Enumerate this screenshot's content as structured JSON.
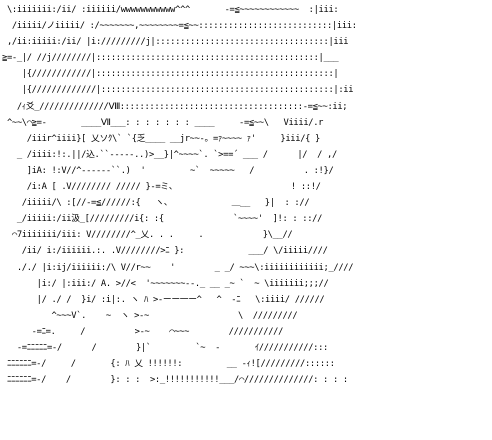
{
  "colors": {
    "background": "#ffffff",
    "ink": "#000000"
  },
  "art": {
    "lines": [
      " \\:iiiiiii:/ii/ :iiiiii/wwwwwwwwwww^^^       -=≦~~~~~~~~~~~~  :|iii:",
      "  /iiiii/ノiiiii/ :/~~~~~~~,~~~~~~~~=≦~~:::::::::::::::::::::::::::|iii:",
      " ,/ii:iiiii:/ii/ |i://///////j|:::::::::::::::::::::::::::::::::::|iii",
      "≧=-_|/ //j////////|:::::::::::::::::::::::::::::::::::::::::::::|___",
      "    |{////////////|::::::::::::::::::::::::::::::::::::::::::::::::|",
      "    |{/////////////|:::::::::::::::::::::::::::::::::::::::::::::::|:ii",
      "   /ｨ爻_//////////////Ⅷ:::::::::::::::::::::::::::::::::::::-=≦~~:ii;",
      " ^~~\\⌒≧=-       ____Ⅶ___: : : : : : : ____     -=≦~~\\   Viiii/.r",
      "     /iiir^iiii}[ 乂ソｸ\\` `{乏____ __jr~~-。=ｧ~~~~ ｧ'     }iii/{ }",
      "   _ /iiii:!:.||/込.``-----..)>__}|^~~~~`. `>==´ ___ /      |/  / ,/",
      "     ]iA: !:V//^------``.)  '         ~`  ~~~~~   /          . :!}/",
      "     /i:A [ .V//////// ///// }-=ミ、                       ! ::!/",
      "    /iiiii/\\ :[//-=≦//////:{   ヽ、            ＿__   }|  : ://",
      "   _/iiiii:/ii汲_[/////////i{: :{              `~~~~'  ]!: : :://",
      "  ⌒7iiiiiii/iii: V////////^_乂. . .     .            }\\__//",
      "    /ii/ i:/iiiiii.:. .V////////>ﾆ }:             ___/ \\/iiiii////",
      "   ././ |i:ij/iiiiii:/\\ V//r~~    '        _ _/ ~~~\\:iiiiiiiiiiii;_////",
      "       |i:/ |:iii:/ A. >//<  '~~~~~~~--._ __ _~ `  ~ \\iiiiiii;;;//",
      "       |/ ./ /  }i/ :i|:. ヽ ﾊ >-ーー一ー^   ^  -ﾆ   \\:iiii/ //////",
      "          ^~~~V`.    ~  ヽ >-~                  \\  /////////",
      "      -=ﾆ=.     /          >-~    ⌒~~~        ///////////",
      "   -=ﾆﾆﾆﾆﾆ=-/      /        }|`         `~  -       ｲ///////////:::",
      " ﾆﾆﾆﾆﾆﾆ=-/     /       {: ﾊ 乂 !!!!!!:         __ -ｨ![/////////::::::",
      " ﾆﾆﾆﾆﾆﾆ=-/    /        }: : :  >:_!!!!!!!!!!!___/⌒//////////////: : : :"
    ]
  }
}
